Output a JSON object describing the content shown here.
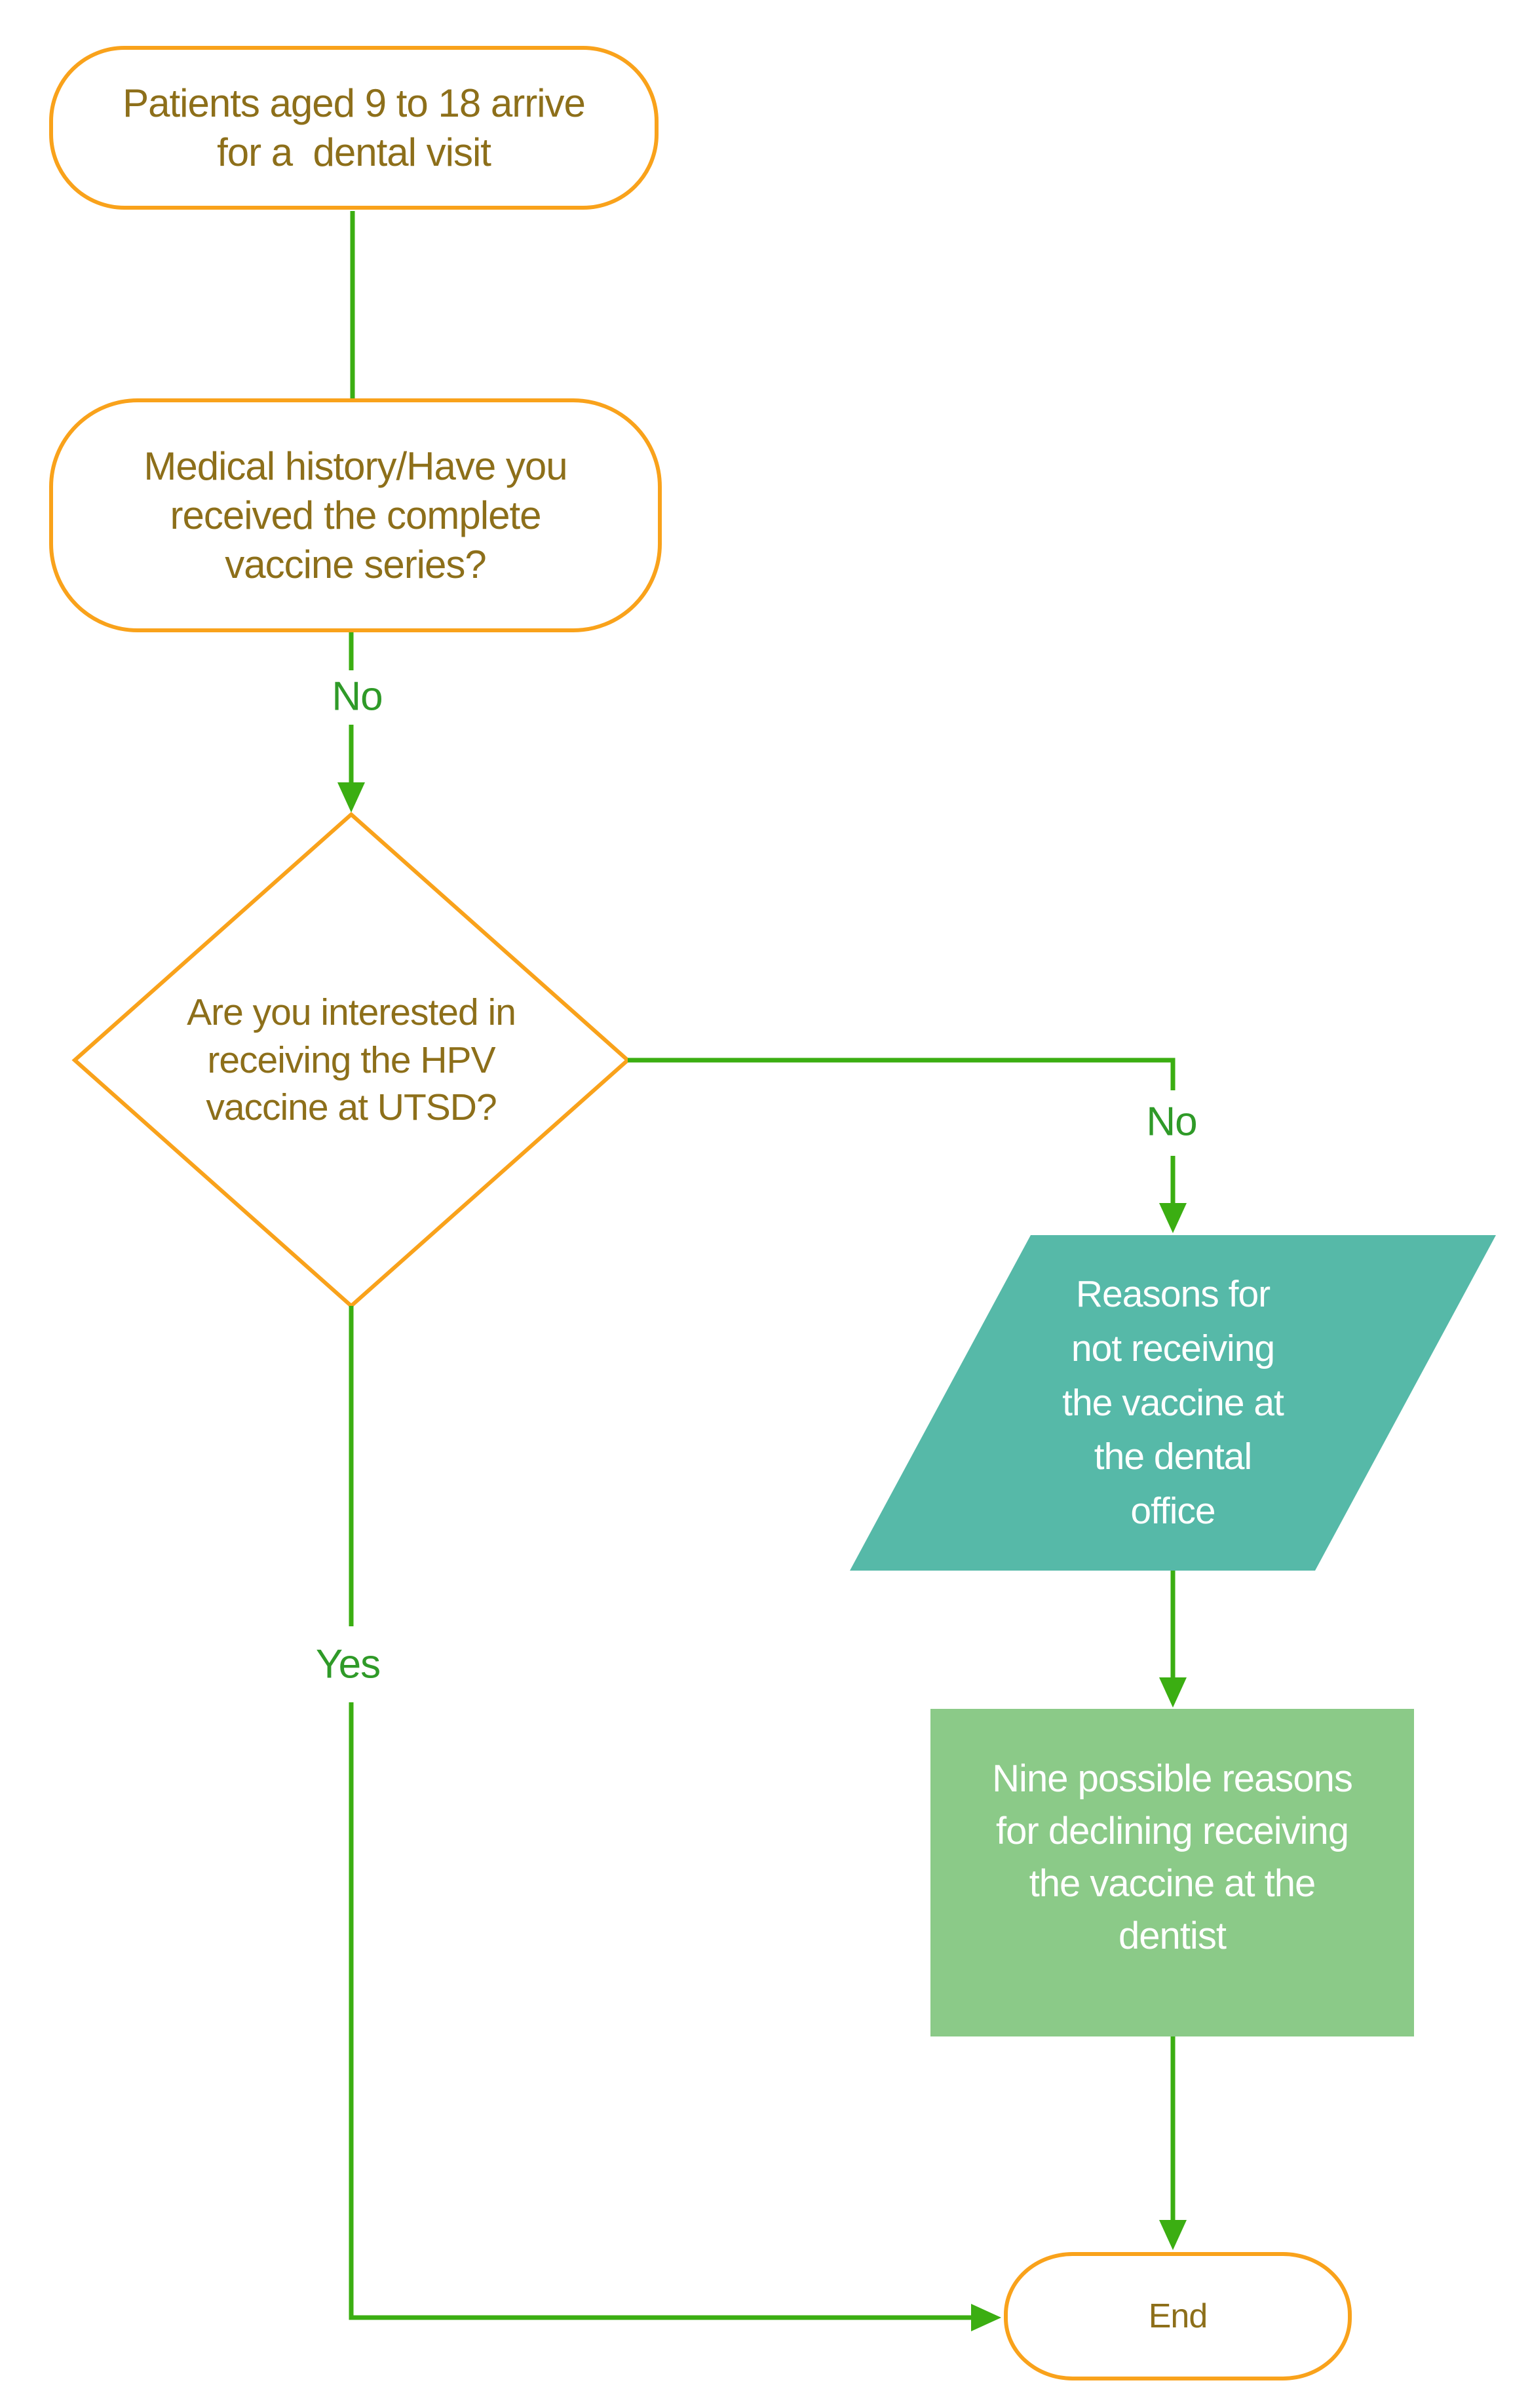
{
  "title": "HPV vaccine dental visit flowchart",
  "colors": {
    "orange": "#F9A21B",
    "gold_text": "#8D6F1A",
    "line_green": "#3BAE12",
    "label_green": "#2F9A28",
    "teal": "#56B9A8",
    "green_box": "#8BCA88",
    "background": "#FFFFFF"
  },
  "nodes": {
    "start": {
      "type": "terminator",
      "text": "Patients aged 9 to 18 arrive\nfor a  dental visit"
    },
    "history": {
      "type": "terminator",
      "text": "Medical history/Have you\nreceived the complete\nvaccine series?"
    },
    "decision": {
      "type": "decision",
      "text": "Are you interested in\nreceiving the HPV\nvaccine at UTSD?"
    },
    "reasons": {
      "type": "data-parallelogram",
      "text": "Reasons for\nnot receiving\nthe vaccine at\nthe dental\noffice"
    },
    "nine_reasons": {
      "type": "process",
      "text": "Nine possible reasons\nfor declining receiving\nthe vaccine at the\ndentist"
    },
    "end": {
      "type": "terminator",
      "text": "End"
    }
  },
  "edge_labels": {
    "history_no": "No",
    "decision_no": "No",
    "decision_yes": "Yes"
  }
}
